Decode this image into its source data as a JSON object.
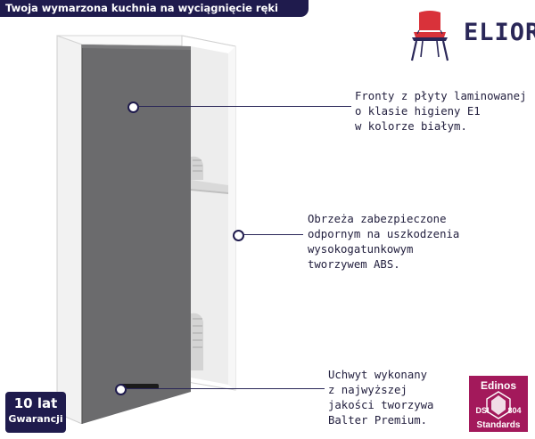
{
  "banner": {
    "title": "Twoja wymarzona kuchnia na wyciągnięcie ręki"
  },
  "brand": {
    "name": "ELIOR",
    "chair_icon": "chair-icon"
  },
  "callouts": [
    {
      "lines": [
        "Fronty z płyty laminowanej",
        "o klasie higieny E1",
        "w kolorze białym."
      ]
    },
    {
      "lines": [
        "Obrzeża zabezpieczone",
        "odpornym na uszkodzenia",
        "wysokogatunkowym",
        "tworzywem ABS."
      ]
    },
    {
      "lines": [
        "Uchwyt wykonany",
        "z najwyższej",
        "jakości tworzywa",
        "Balter Premium."
      ]
    }
  ],
  "warranty": {
    "years": "10 lat",
    "label": "Gwarancji"
  },
  "certificate": {
    "name": "Edinos",
    "standard_left": "DSI",
    "standard_right": "804",
    "standard_label": "Standards"
  },
  "colors": {
    "navy": "#1f1b4d",
    "cabinet_front": "#6b6b6d",
    "cert_magenta": "#a3195b",
    "chair_red": "#d9323a"
  }
}
